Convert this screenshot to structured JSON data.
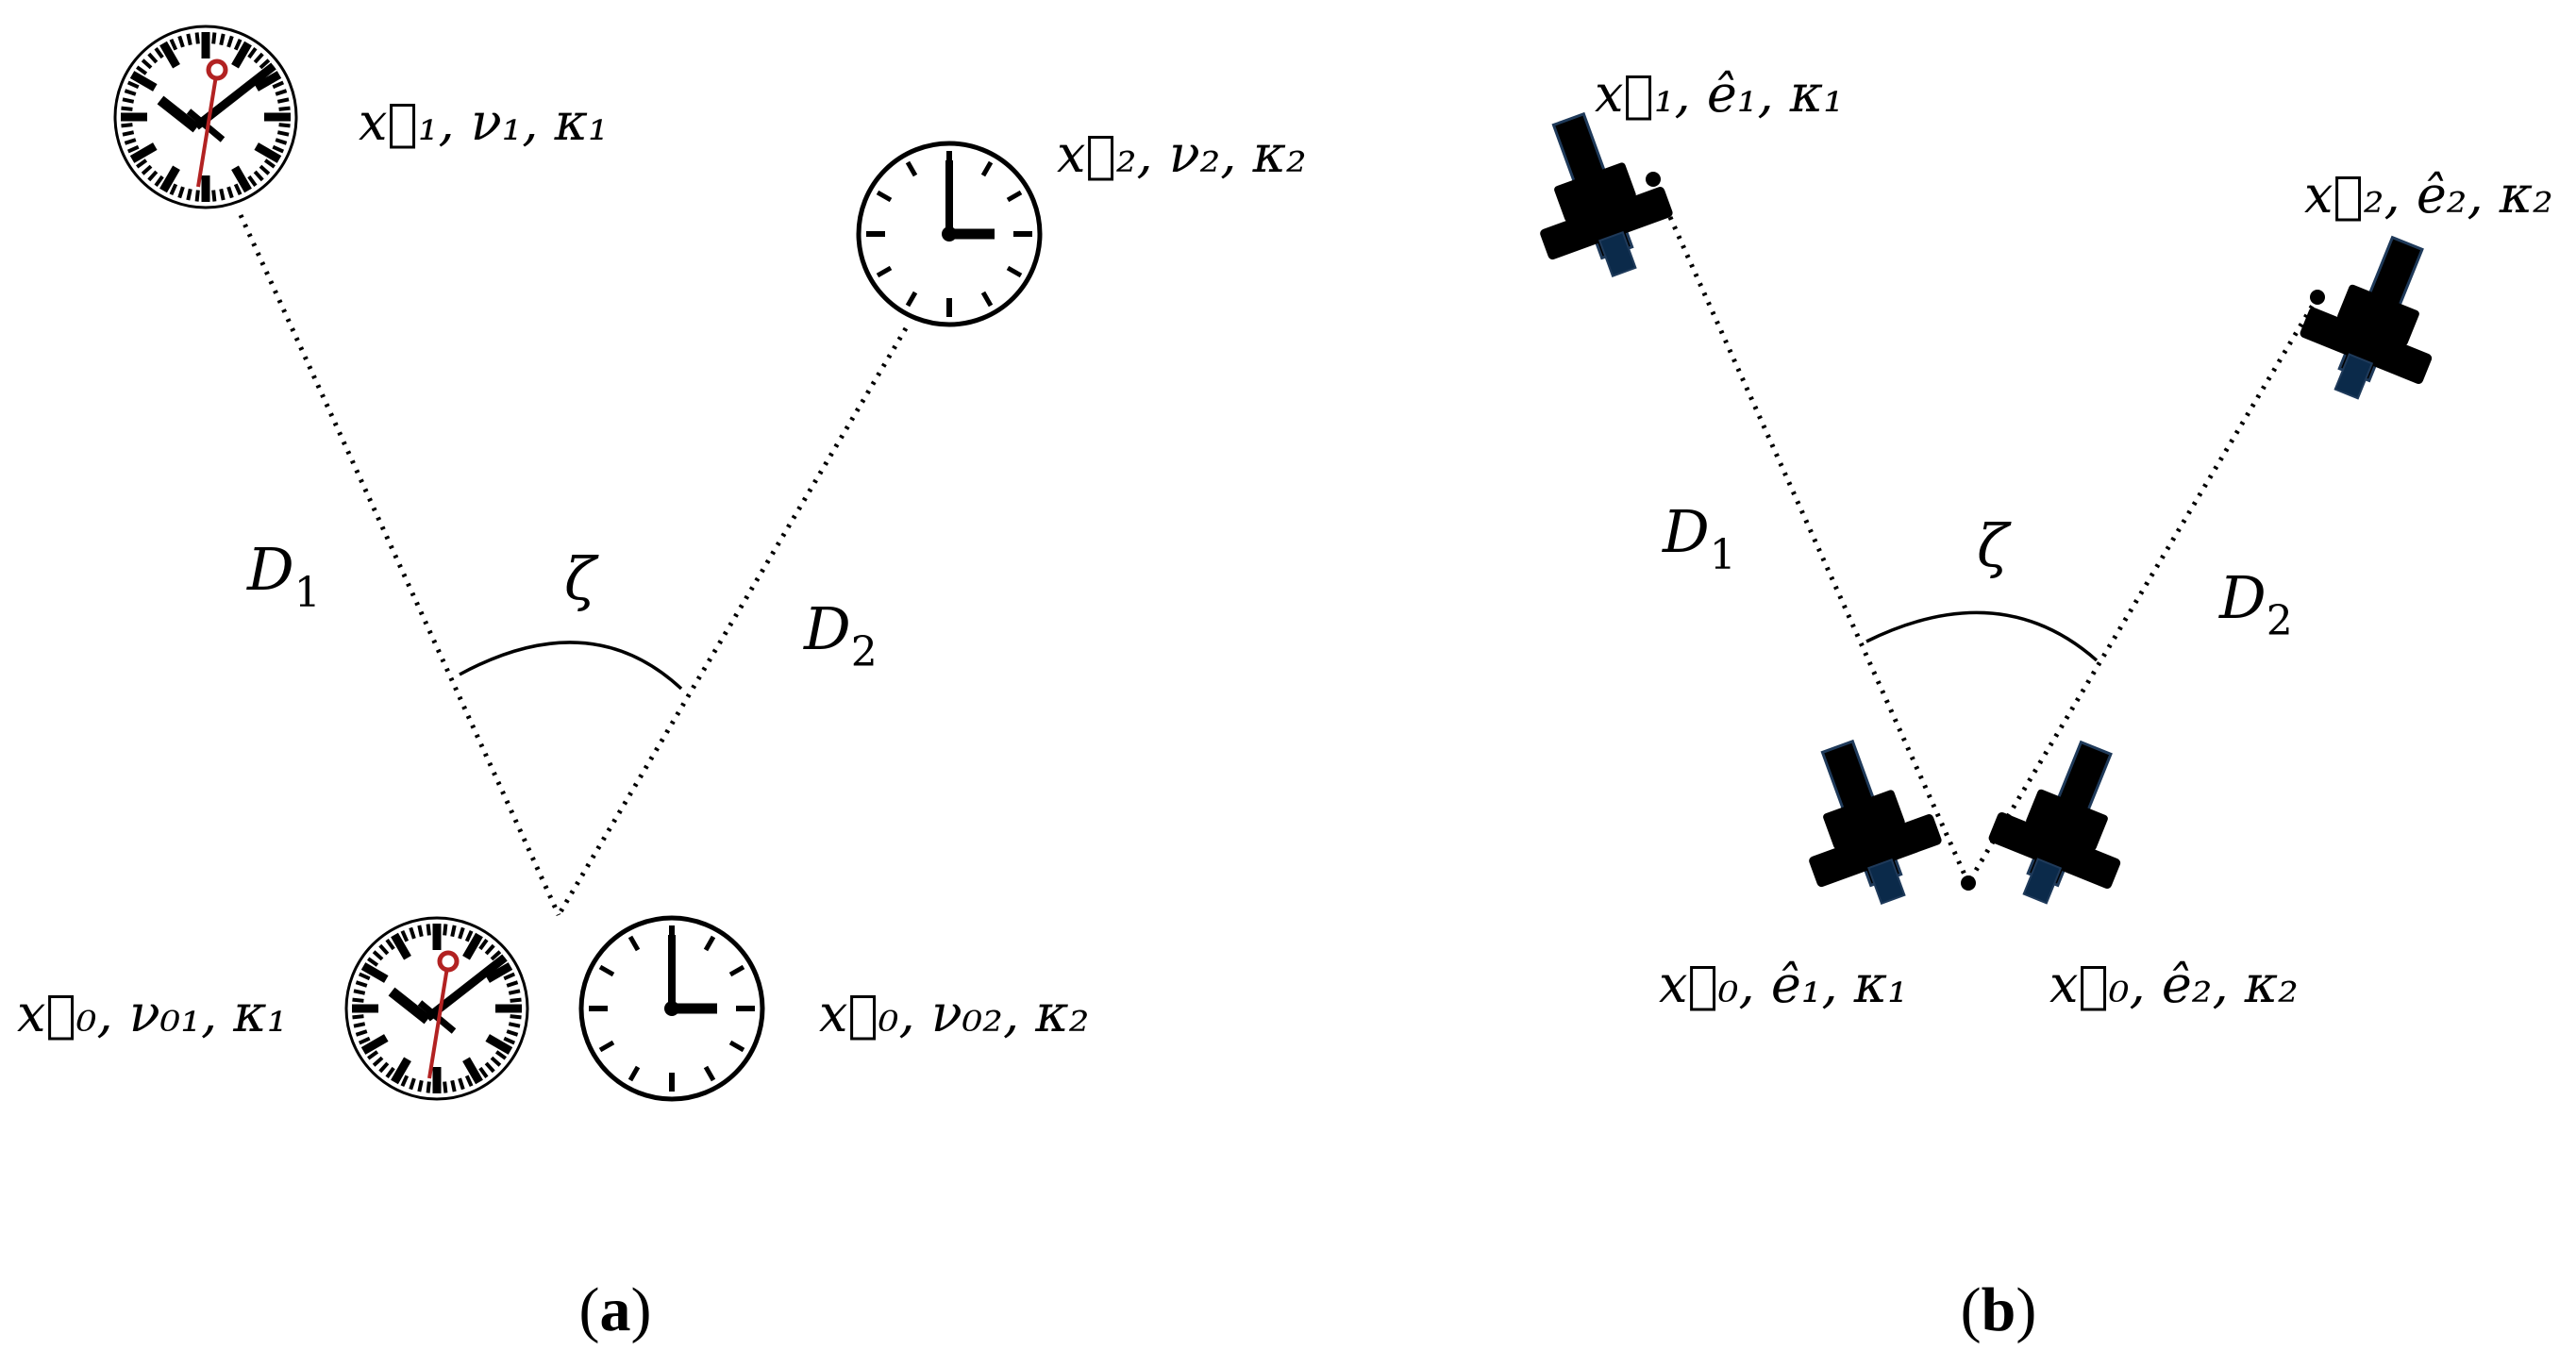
{
  "panel_a": {
    "caption": "(a)",
    "caption_letter": "a",
    "labels": {
      "x1": "x⃗₁, ν₁, κ₁",
      "x2": "x⃗₂, ν₂, κ₂",
      "x0_left": "x⃗₀, ν₀₁, κ₁",
      "x0_right": "x⃗₀, ν₀₂, κ₂",
      "D1": "D",
      "D1_sub": "1",
      "D2": "D",
      "D2_sub": "2",
      "zeta": "ζ"
    }
  },
  "panel_b": {
    "caption": "(b)",
    "caption_letter": "b",
    "labels": {
      "x1": "x⃗₁, ê₁, κ₁",
      "x2": "x⃗₂, ê₂, κ₂",
      "x0_left": "x⃗₀, ê₁, κ₁",
      "x0_right": "x⃗₀, ê₂, κ₂",
      "D1": "D",
      "D1_sub": "1",
      "D2": "D",
      "D2_sub": "2",
      "zeta": "ζ"
    }
  },
  "colors": {
    "line": "#000000",
    "second_hand": "#b22222",
    "telescope_edge": "#1f3a5a"
  },
  "icons": [
    "station-clock-icon",
    "analog-clock-icon",
    "telescope-icon"
  ]
}
